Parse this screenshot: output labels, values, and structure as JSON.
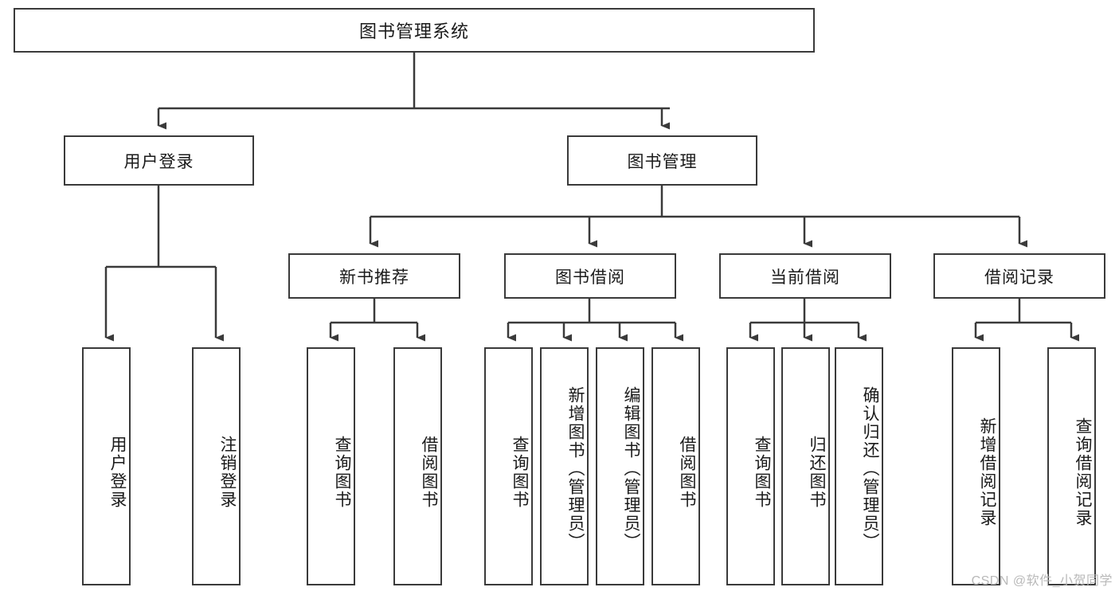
{
  "diagram": {
    "title": "图书管理系统",
    "type": "hierarchy-tree",
    "watermark": "CSDN @软件_小贺同学",
    "colors": {
      "stroke": "#3a3a3a",
      "fill": "#ffffff",
      "text": "#1a1a1a",
      "watermark": "#b9b9b9"
    },
    "root": {
      "label": "图书管理系统"
    },
    "level2": [
      {
        "label": "用户登录"
      },
      {
        "label": "图书管理"
      }
    ],
    "level3": [
      {
        "label": "新书推荐"
      },
      {
        "label": "图书借阅"
      },
      {
        "label": "当前借阅"
      },
      {
        "label": "借阅记录"
      }
    ],
    "leaves": {
      "user_login": [
        {
          "label": "用户登录"
        },
        {
          "label": "注销登录"
        }
      ],
      "new_book_recommend": [
        {
          "label": "查询图书"
        },
        {
          "label": "借阅图书"
        }
      ],
      "book_borrow": [
        {
          "label": "查询图书"
        },
        {
          "label": "新增图书（管理员）"
        },
        {
          "label": "编辑图书（管理员）"
        },
        {
          "label": "借阅图书"
        }
      ],
      "current_borrow": [
        {
          "label": "查询图书"
        },
        {
          "label": "归还图书"
        },
        {
          "label": "确认归还（管理员）"
        }
      ],
      "borrow_record": [
        {
          "label": "新增借阅记录"
        },
        {
          "label": "查询借阅记录"
        }
      ]
    }
  }
}
